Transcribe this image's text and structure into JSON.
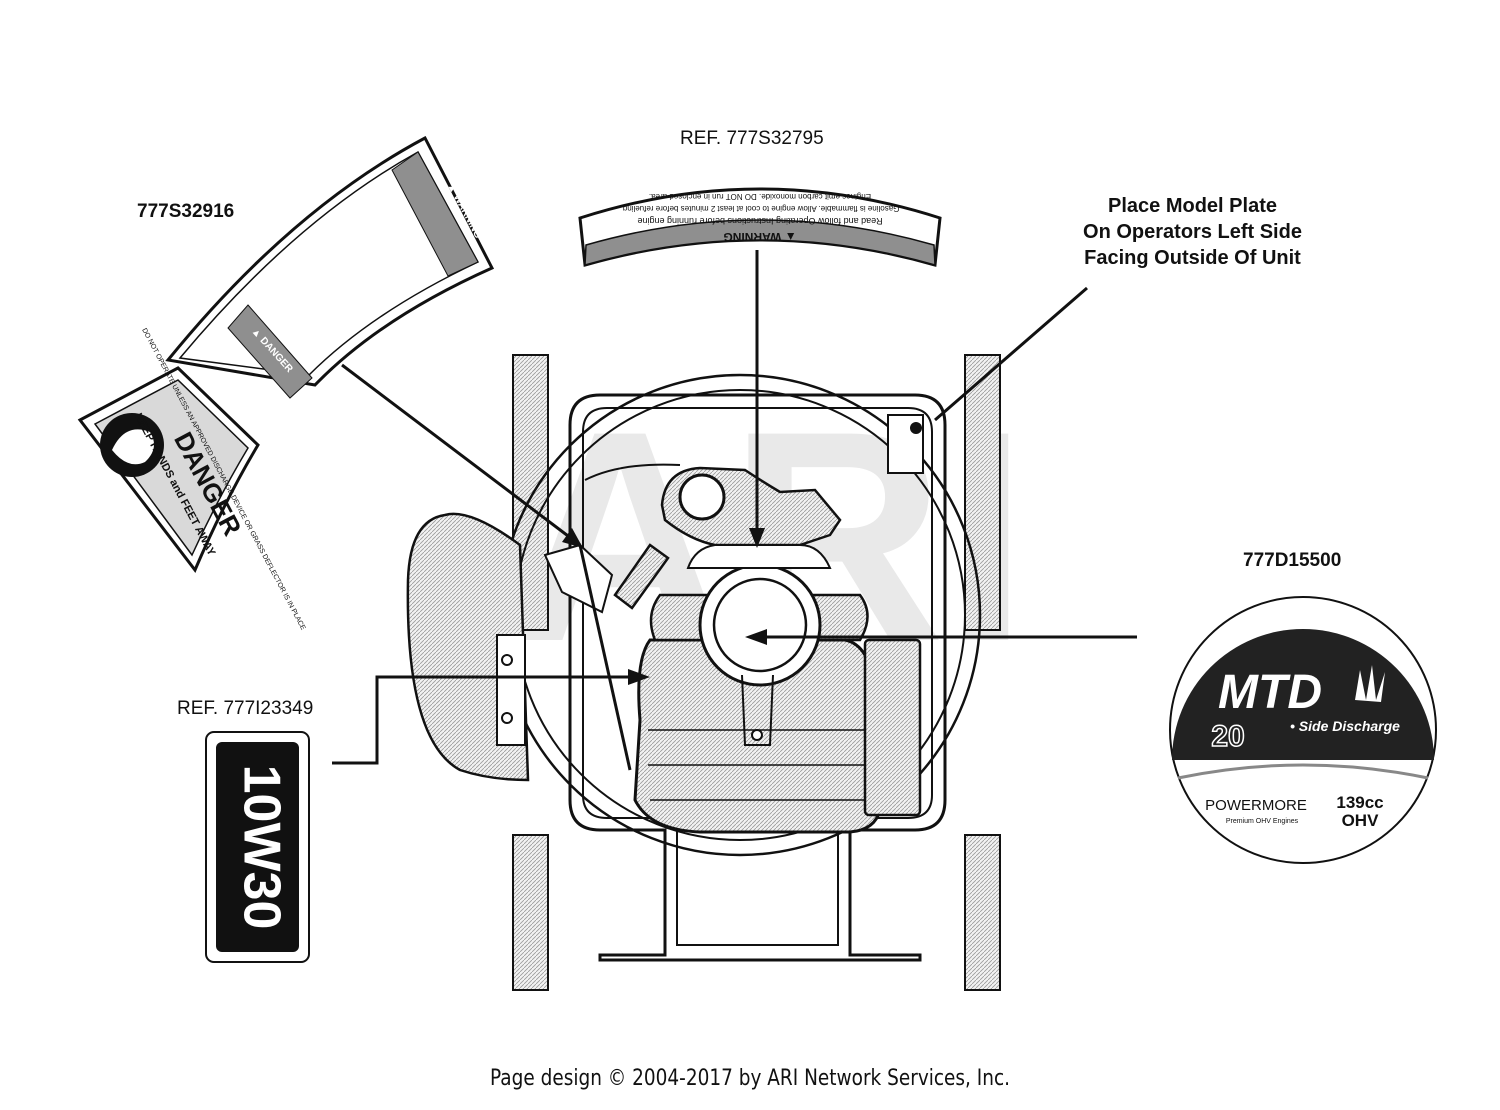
{
  "labels": {
    "part_777S32916": "777S32916",
    "ref_777S32795": "REF. 777S32795",
    "part_777D15500": "777D15500",
    "ref_777I23349": "REF. 777I23349"
  },
  "model_plate_note": [
    "Place Model Plate",
    "On Operators Left Side",
    "Facing Outside Of Unit"
  ],
  "decal_danger": {
    "title": "DANGER",
    "subtitle": "KEEP HANDS and FEET AWAY",
    "note": "DO NOT OPERATE UNLESS AN APPROVED DISCHARGE DEVICE OR GRASS DEFLECTOR IS IN PLACE",
    "danger_heading": "▲ DANGER",
    "warning_heading": "▲ WARNING"
  },
  "decal_warning": {
    "heading": "▲ WARNING",
    "line1": "Read and follow Operating Instructions before running engine",
    "line2": "Gasoline is flammable. Allow engine to cool at least 2 minutes before refueling.",
    "line3": "Engines emit carbon monoxide. DO NOT run in enclosed area."
  },
  "decal_oil": {
    "text": "10W30"
  },
  "decal_mtd": {
    "brand": "MTD",
    "size": "20",
    "feature": "• Side Discharge",
    "engine_brand": "POWERMORE",
    "engine_tagline": "Premium OHV Engines",
    "displacement": "139cc",
    "engine_type": "OHV"
  },
  "watermark": "ARI",
  "footer": "Page design © 2004-2017 by ARI Network Services, Inc.",
  "colors": {
    "ink": "#111111",
    "dark_fill": "#2a2a2a",
    "gray": "#8a8a8a",
    "light_gray": "#d6d6d6"
  }
}
